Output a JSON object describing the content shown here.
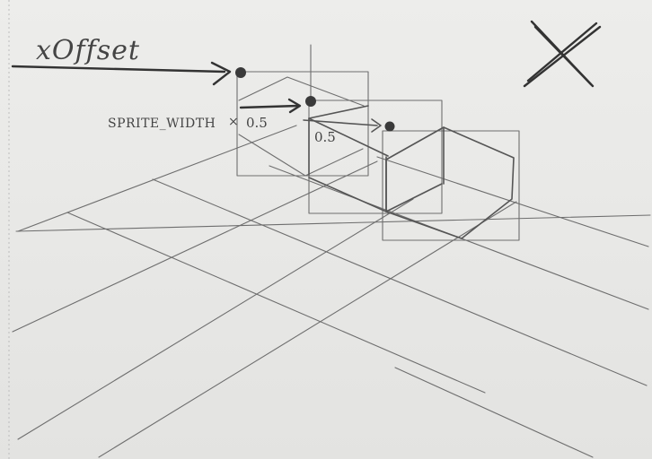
{
  "labels": {
    "x_offset": "xOffset",
    "sprite_width": "SPRITE_WIDTH",
    "times_sign": "×",
    "half_1": "0.5",
    "half_2": "0.5"
  },
  "colors": {
    "paper": "#ededeb",
    "pencil": "#4a4a4a"
  },
  "icons": {
    "cross_mark": "x-mark-icon"
  }
}
